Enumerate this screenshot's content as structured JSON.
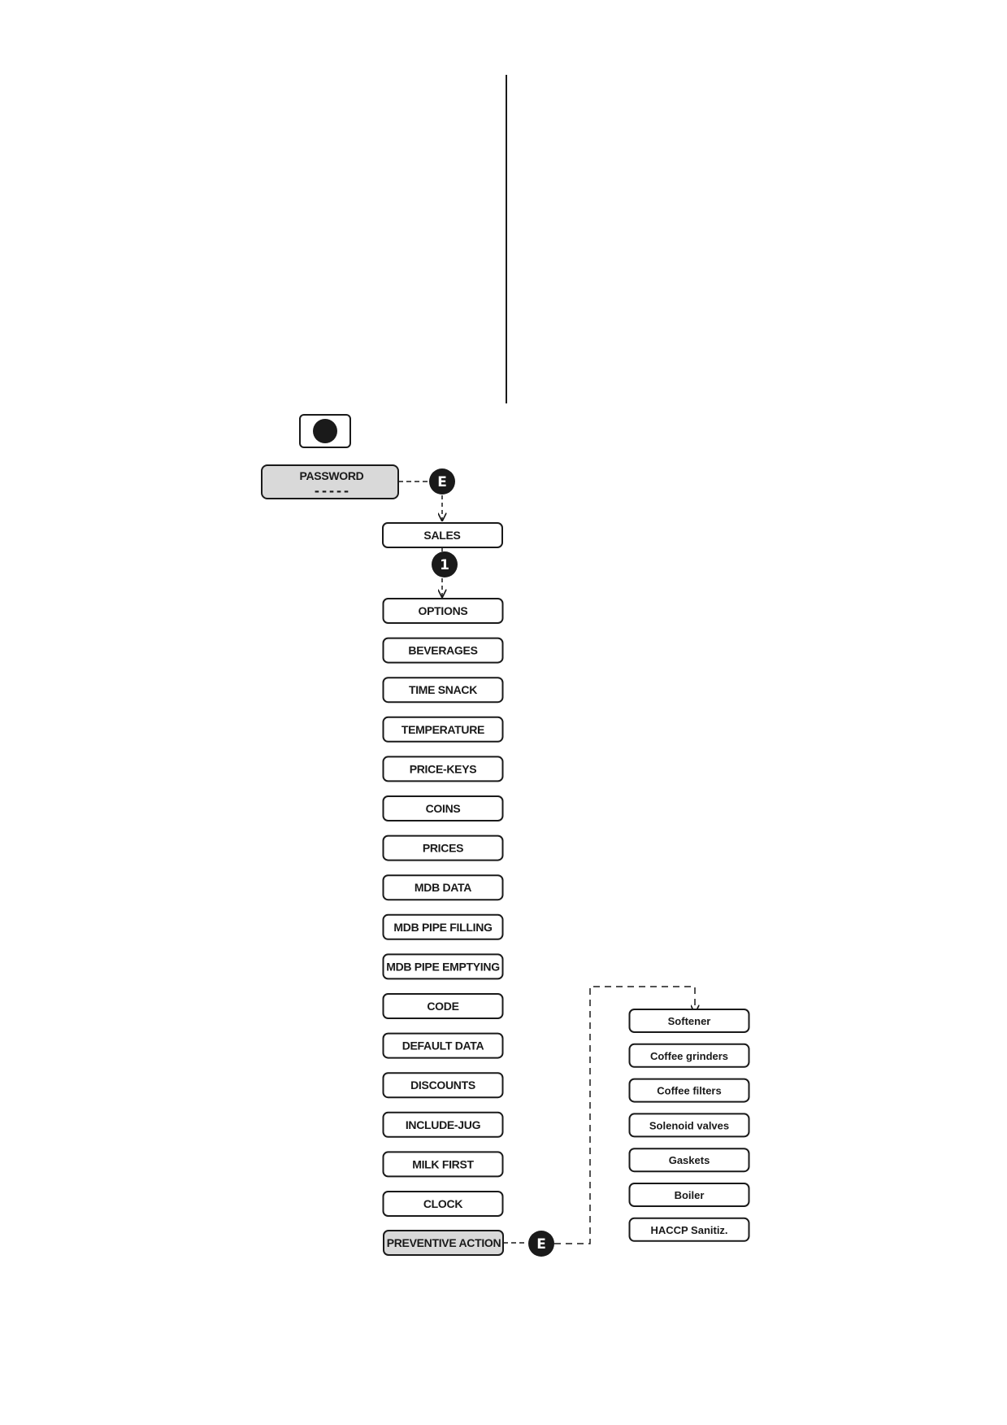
{
  "password": {
    "label": "PASSWORD",
    "dashes": "-----"
  },
  "connectors": {
    "enter_key": "E",
    "one_key": "1"
  },
  "sales": {
    "label": "SALES"
  },
  "menu": [
    "OPTIONS",
    "BEVERAGES",
    "TIME SNACK",
    "TEMPERATURE",
    "PRICE-KEYS",
    "COINS",
    "PRICES",
    "MDB DATA",
    "MDB PIPE FILLING",
    "MDB PIPE EMPTYING",
    "CODE",
    "DEFAULT DATA",
    "DISCOUNTS",
    "INCLUDE-JUG",
    "MILK FIRST",
    "CLOCK"
  ],
  "preventive": {
    "label": "PREVENTIVE ACTION"
  },
  "submenu": [
    "Softener",
    "Coffee grinders",
    "Coffee filters",
    "Solenoid valves",
    "Gaskets",
    "Boiler",
    "HACCP Sanitiz."
  ],
  "colors": {
    "ink": "#1a1a1a",
    "highlight": "#d9d9d9",
    "background": "#ffffff"
  }
}
